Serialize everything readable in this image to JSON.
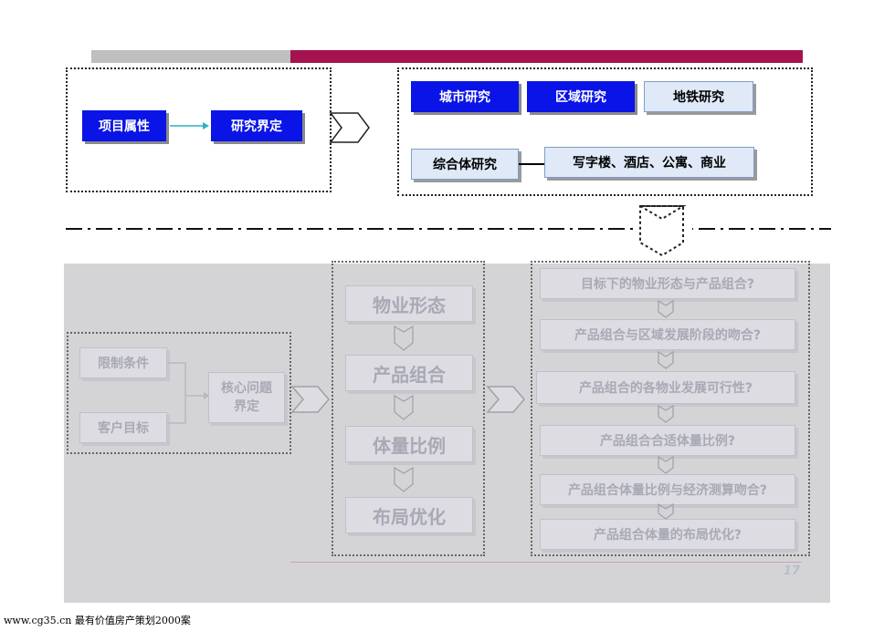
{
  "top_left": {
    "item1": "项目属性",
    "item2": "研究界定"
  },
  "top_right": {
    "city": "城市研究",
    "region": "区域研究",
    "metro": "地铁研究",
    "complex": "综合体研究",
    "types": "写字楼、酒店、公寓、商业"
  },
  "left_group": {
    "constraint": "限制条件",
    "customer": "客户目标",
    "core": "核心问题\n界定"
  },
  "middle_column": [
    "物业形态",
    "产品组合",
    "体量比例",
    "布局优化"
  ],
  "questions": [
    "目标下的物业形态与产品组合?",
    "产品组合与区域发展阶段的吻合?",
    "产品组合的各物业发展可行性?",
    "产品组合合适体量比例?",
    "产品组合体量比例与经济测算吻合?",
    "产品组合体量的布局优化?"
  ],
  "page_number": "17",
  "footer": "www.cg35.cn 最有价值房产策划2000案",
  "colors": {
    "accent_bar": "#a5134f",
    "primary_blue": "#0a14e6",
    "light_box": "#dfe9f7",
    "faded_panel": "#d4d4d6"
  }
}
